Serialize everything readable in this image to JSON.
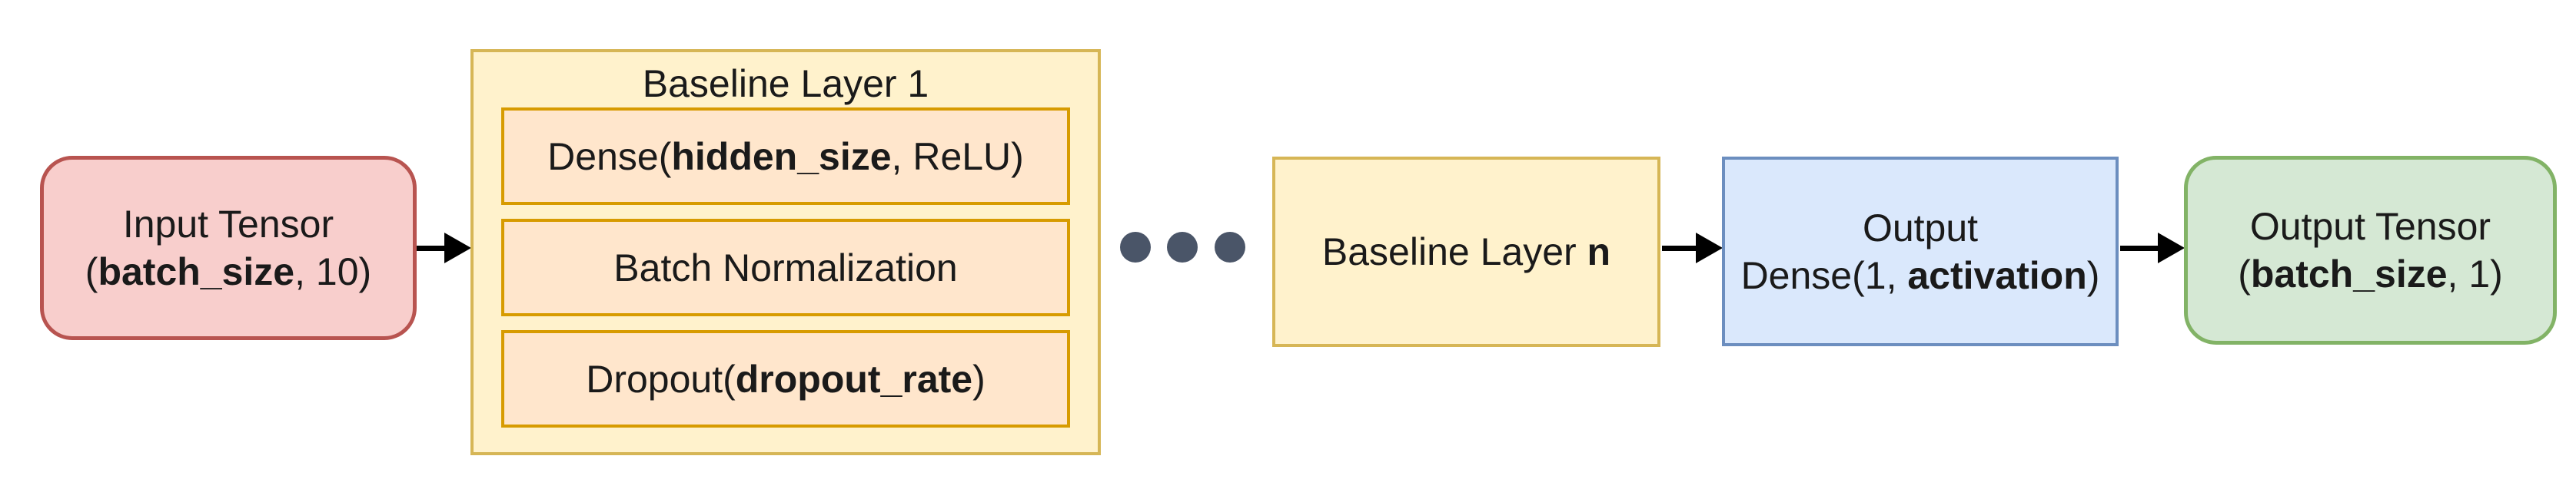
{
  "diagram": {
    "input_tensor": {
      "line1": "Input Tensor",
      "line2_parts": [
        "(",
        "batch_size",
        ", 10)"
      ]
    },
    "baseline_layer_1": {
      "title": "Baseline Layer 1",
      "dense_parts": [
        "Dense(",
        "hidden_size",
        ", ReLU)"
      ],
      "batch_norm": "Batch Normalization",
      "dropout_parts": [
        "Dropout(",
        "dropout_rate",
        ")"
      ]
    },
    "ellipsis": {
      "dot_count": 3
    },
    "baseline_layer_n": {
      "label_parts": [
        "Baseline Layer ",
        "n"
      ]
    },
    "output_dense": {
      "line1": "Output",
      "line2_parts": [
        "Dense(1, ",
        "activation",
        ")"
      ]
    },
    "output_tensor": {
      "line1": "Output Tensor",
      "line2_parts": [
        "(",
        "batch_size",
        ", 1)"
      ]
    }
  },
  "palette": {
    "input_fill": "#f8cecc",
    "input_stroke": "#b85450",
    "layer_fill": "#fff2cc",
    "layer_stroke": "#d6b656",
    "inner_fill": "#ffe6cc",
    "inner_stroke": "#d79b00",
    "output_dense_fill": "#dae8fc",
    "output_dense_stroke": "#6c8ebf",
    "output_tensor_fill": "#d5e8d4",
    "output_tensor_stroke": "#82b366",
    "dot_color": "#4a5568",
    "arrow_color": "#000000",
    "text_color": "#1a1a1a",
    "background": "#ffffff"
  }
}
